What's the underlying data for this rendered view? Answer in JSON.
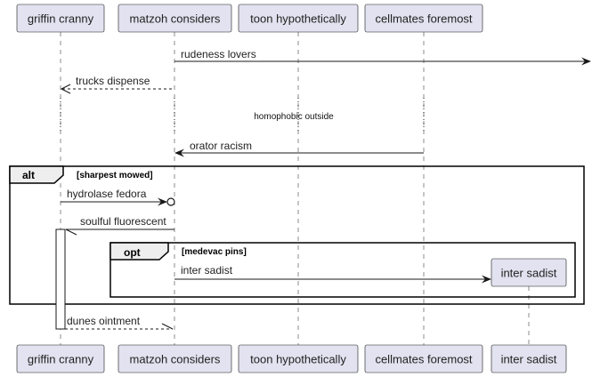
{
  "participants": {
    "griffin_cranny": "griffin cranny",
    "matzoh_considers": "matzoh considers",
    "toon_hypothetically": "toon hypothetically",
    "cellmates_foremost": "cellmates foremost",
    "inter_sadist": "inter sadist"
  },
  "messages": {
    "m1": "rudeness lovers",
    "m2": "trucks dispense",
    "m3": "orator racism",
    "m4": "hydrolase fedora",
    "m5": "soulful fluorescent",
    "m6": "inter sadist",
    "m7": "dunes ointment"
  },
  "delay_note": "homophobic outside",
  "fragments": {
    "alt": {
      "keyword": "alt",
      "condition": "[sharpest mowed]"
    },
    "opt": {
      "keyword": "opt",
      "condition": "[medevac pins]"
    }
  },
  "colors": {
    "participant_fill": "#e2e2f0",
    "line": "#181818"
  }
}
